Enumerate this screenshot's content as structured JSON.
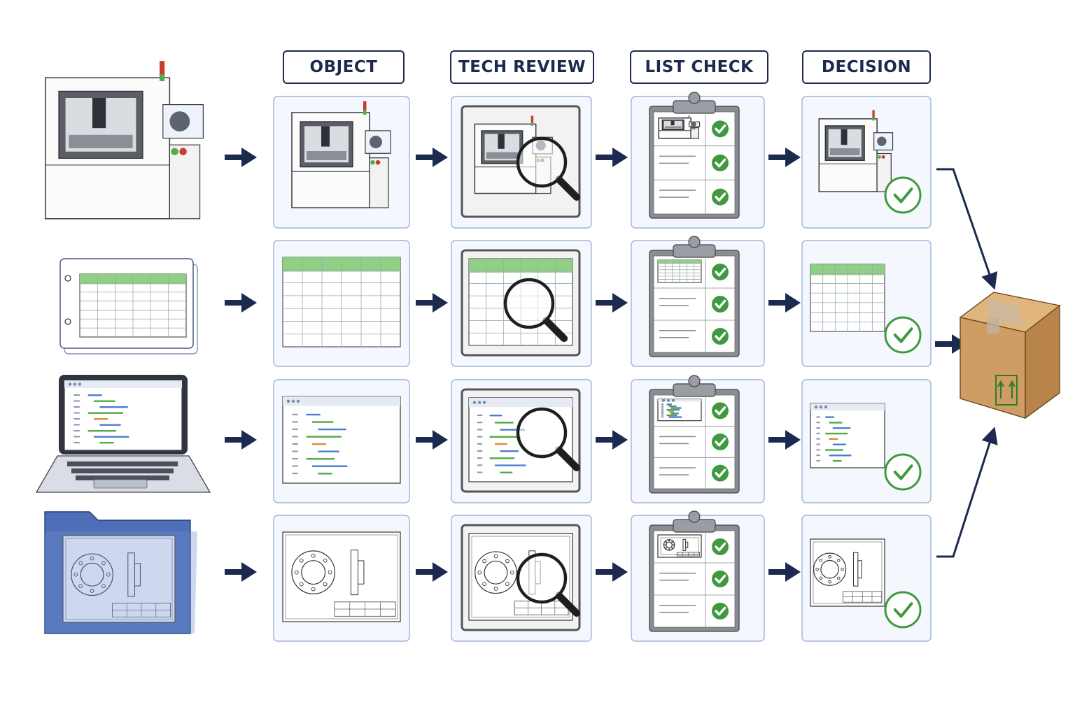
{
  "columns": [
    {
      "header": "OBJECT"
    },
    {
      "header": "TECH REVIEW"
    },
    {
      "header": "LIST CHECK"
    },
    {
      "header": "DECISION"
    }
  ],
  "rows": [
    {
      "object": "machine"
    },
    {
      "object": "spreadsheet"
    },
    {
      "object": "software"
    },
    {
      "object": "drawing"
    }
  ],
  "output": {
    "object": "package"
  },
  "colors": {
    "navy": "#1b2a4e",
    "panel_border": "#9fb3d9",
    "panel_fill": "#f4f7fd",
    "check_green": "#3f9a3f",
    "table_header_green": "#8fcf86",
    "box_cardboard": "#cf9d63",
    "folder_blue": "#6f8fcf"
  }
}
